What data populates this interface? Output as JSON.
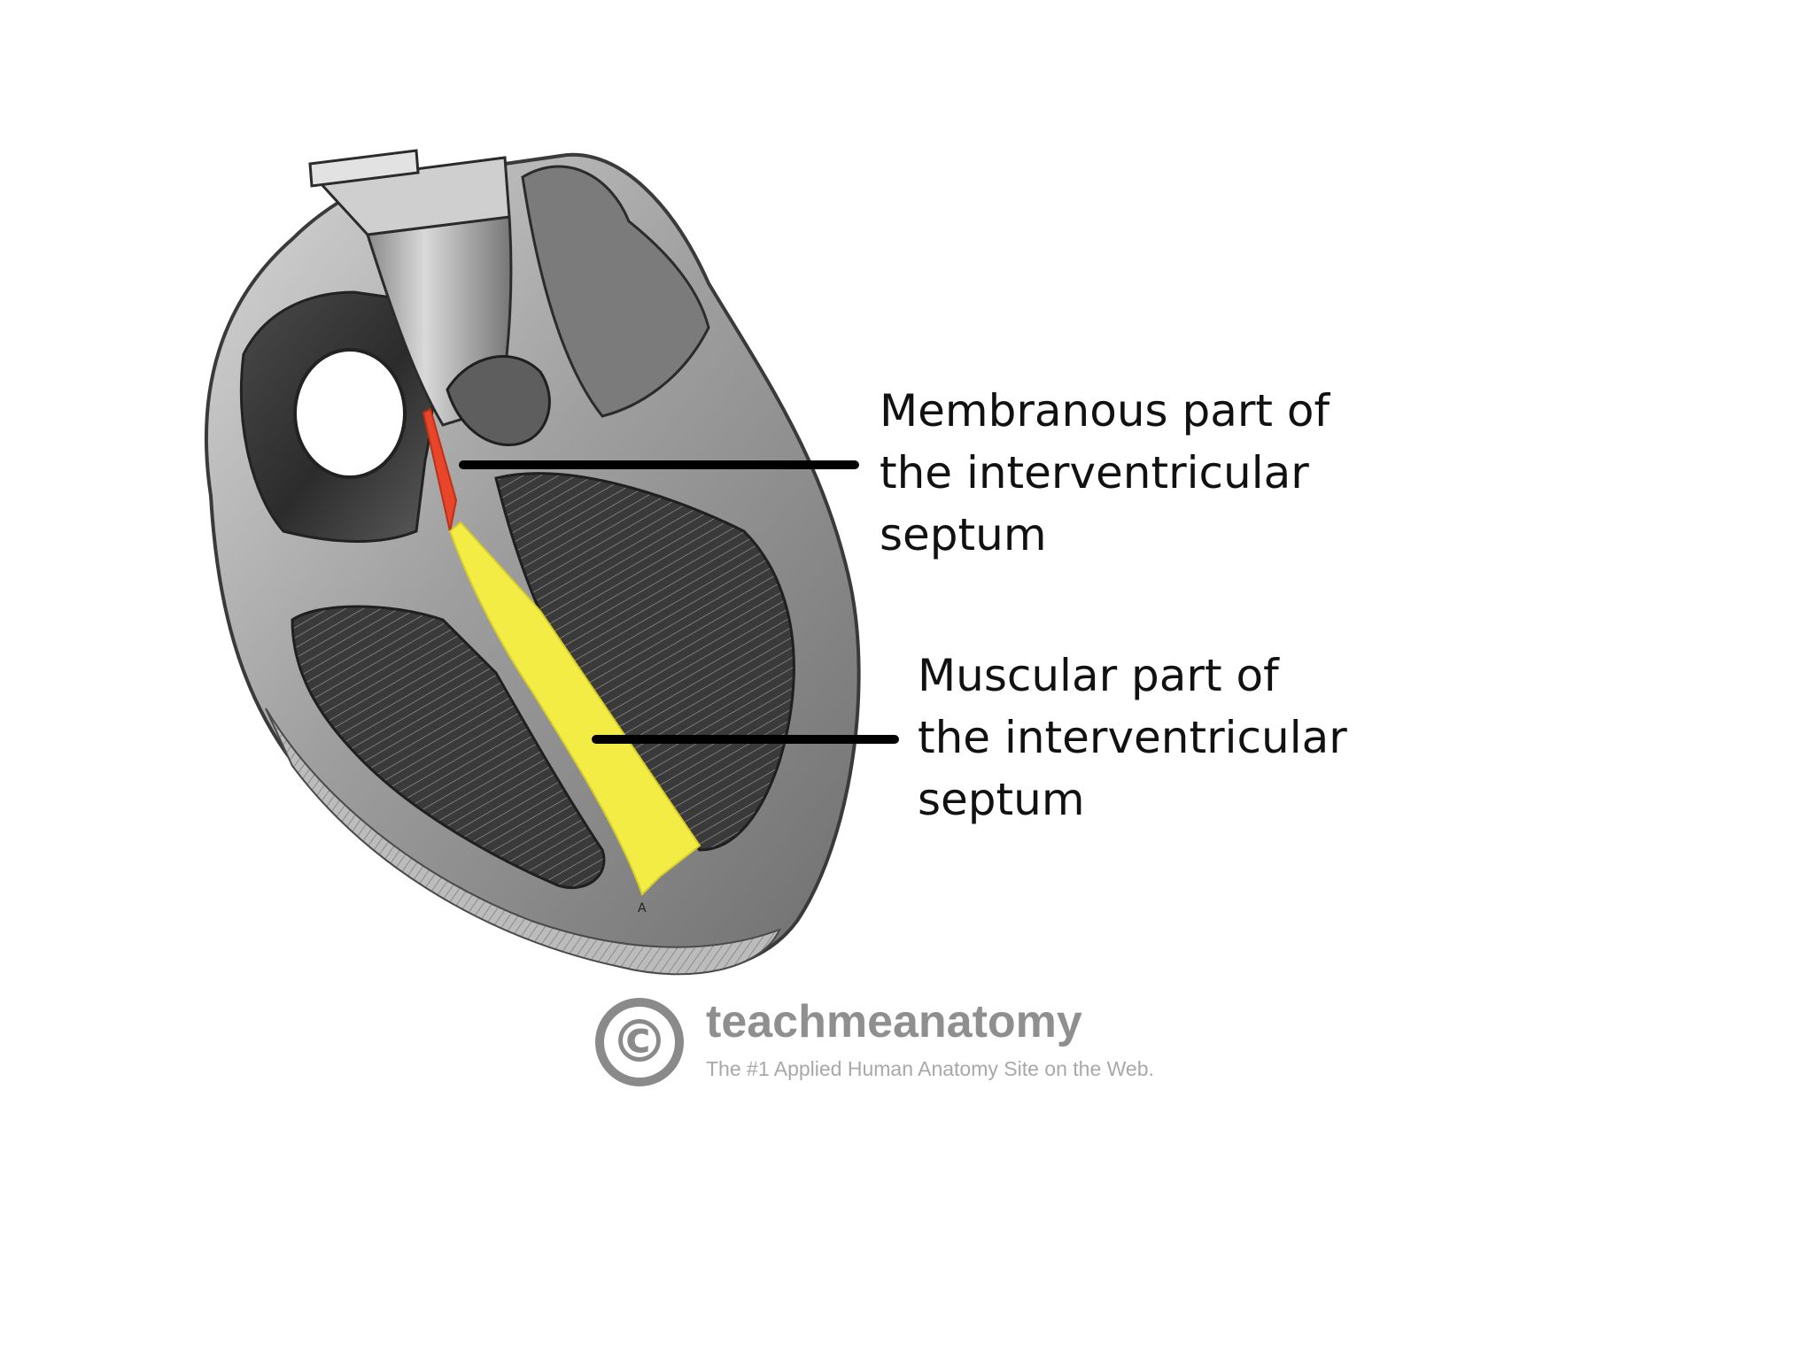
{
  "labels": {
    "membranous": {
      "line1": "Membranous part of",
      "line2": "the interventricular",
      "line3": "septum"
    },
    "muscular": {
      "line1": "Muscular part of",
      "line2": "the interventricular",
      "line3": "septum"
    }
  },
  "watermark": {
    "symbol": "©",
    "brand": "teachmeanatomy",
    "tagline": "The #1 Applied Human Anatomy Site on the Web."
  },
  "colors": {
    "membranous_highlight": "#e8452b",
    "muscular_highlight": "#f3ec45",
    "label_text": "#111111",
    "leader_line": "#000000",
    "watermark": "#8f8f8f"
  }
}
